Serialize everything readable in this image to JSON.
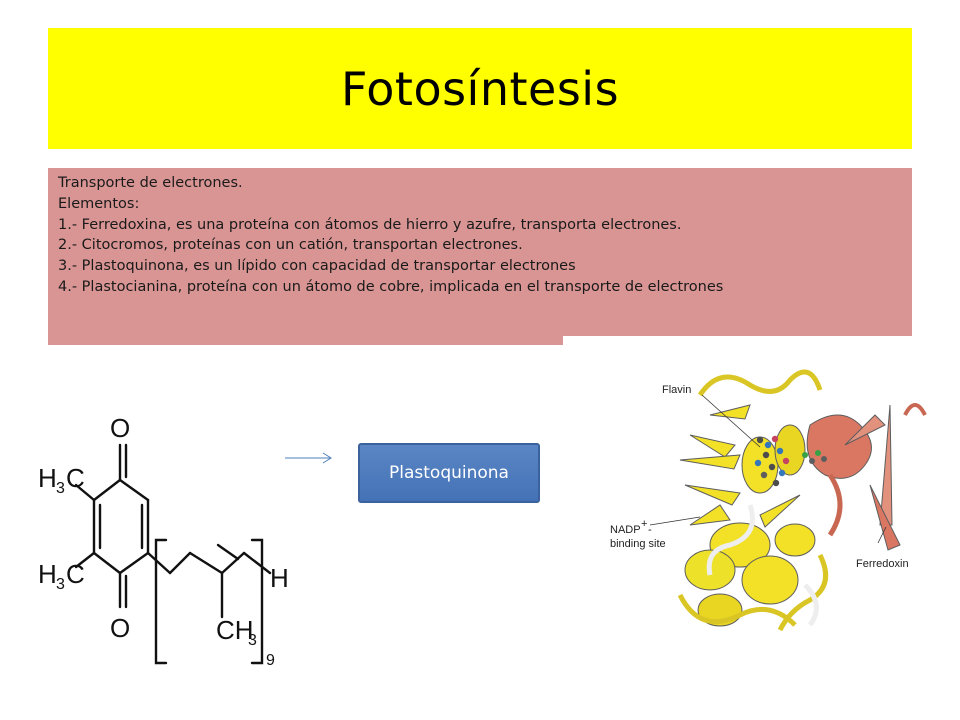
{
  "slide": {
    "title": "Fotosíntesis",
    "info_lines": [
      "Transporte de electrones.",
      "Elementos:",
      "1.- Ferredoxina, es una proteína con átomos de hierro y azufre, transporta electrones.",
      "2.- Citocromos, proteínas con un catión, transportan electrones.",
      "3.- Plastoquinona, es un lípido con capacidad de transportar electrones",
      "4.- Plastocianina, proteína con un átomo de cobre, implicada en el transporte de electrones"
    ],
    "button_label": "Plastoquinona"
  },
  "molecule": {
    "o_top": "O",
    "o_bottom": "O",
    "h3c": "H",
    "h3c_sub": "3",
    "h3c_c": "C",
    "ch3": "CH",
    "ch3_sub": "3",
    "h_end": "H",
    "repeat": "9"
  },
  "protein": {
    "flavin": "Flavin",
    "nadp_1": "NADP",
    "nadp_sup": "+",
    "nadp_dash": "-",
    "nadp_2": "binding site",
    "ferredoxin": "Ferredoxin"
  },
  "colors": {
    "title_bg": "#ffff00",
    "info_bg": "#d99594",
    "button_bg": "#4f81bd",
    "helix_yellow": "#f2e01c",
    "ferredoxin_red": "#d9705a"
  }
}
